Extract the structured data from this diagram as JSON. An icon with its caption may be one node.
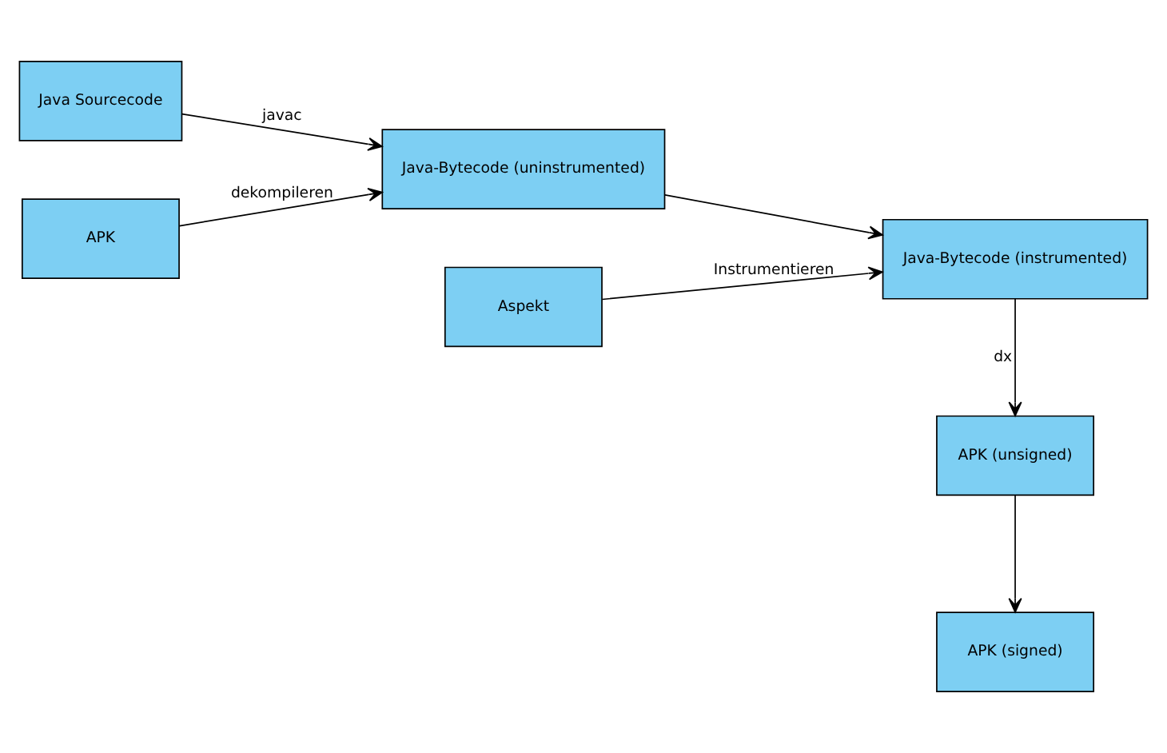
{
  "diagram": {
    "nodes": [
      {
        "text": [
          "Java Sourcecode"
        ]
      },
      {
        "text": [
          "APK"
        ]
      },
      {
        "text": [
          "Aspekt"
        ]
      },
      {
        "text": [
          "Java-Bytecode (uninstrumented)"
        ]
      },
      {
        "text": [
          "Java-Bytecode (instrumented)"
        ]
      },
      {
        "text": [
          "APK (unsigned)"
        ]
      },
      {
        "text": [
          "APK (signed)"
        ]
      }
    ],
    "edges": [
      {
        "from": 0,
        "to": 3,
        "arrow": "to",
        "label": "javac"
      },
      {
        "from": 1,
        "to": 3,
        "arrow": "to",
        "label": "dekompileren"
      },
      {
        "from": 3,
        "to": 4,
        "arrow": "to"
      },
      {
        "from": 2,
        "to": 4,
        "arrow": "to",
        "label": "Instrumentieren"
      },
      {
        "from": 4,
        "to": 5,
        "arrow": "to",
        "label": "dx"
      },
      {
        "from": 5,
        "to": 6,
        "arrow": "to"
      }
    ]
  }
}
